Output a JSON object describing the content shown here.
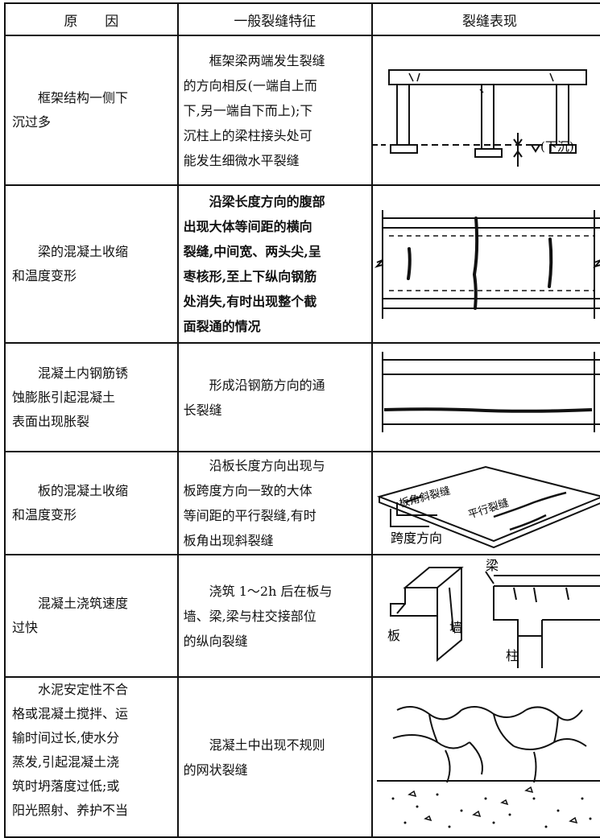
{
  "headers": [
    "原　　因",
    "一般裂缝特征",
    "裂缝表现"
  ],
  "rows": [
    {
      "cause": [
        "框架结构一侧下",
        "沉过多"
      ],
      "feature": [
        "框架梁两端发生裂缝",
        "的方向相反(一端自上而",
        "下,另一端自下而上);下",
        "沉柱上的梁柱接头处可",
        "能发生细微水平裂缝"
      ],
      "fig_labels": [
        "(下沉)"
      ]
    },
    {
      "cause": [
        "梁的混凝土收缩",
        "和温度变形"
      ],
      "feature": [
        "沿梁长度方向的腹部",
        "出现大体等间距的横向",
        "裂缝,中间宽、两头尖,呈",
        "枣核形,至上下纵向钢筋",
        "处消失,有时出现整个截",
        "面裂通的情况"
      ]
    },
    {
      "cause": [
        "混凝土内钢筋锈",
        "蚀膨胀引起混凝土",
        "表面出现胀裂"
      ],
      "feature": [
        "形成沿钢筋方向的通",
        "长裂缝"
      ]
    },
    {
      "cause": [
        "板的混凝土收缩",
        "和温度变形"
      ],
      "feature": [
        "沿板长度方向出现与",
        "板跨度方向一致的大体",
        "等间距的平行裂缝,有时",
        "板角出现斜裂缝"
      ],
      "fig_labels": [
        "板角斜裂缝",
        "平行裂缝",
        "跨度方向"
      ]
    },
    {
      "cause": [
        "混凝土浇筑速度",
        "过快"
      ],
      "feature": [
        "浇筑 1～2h 后在板与",
        "墙、梁,梁与柱交接部位",
        "的纵向裂缝"
      ],
      "fig_labels": [
        "梁",
        "墙",
        "板",
        "柱"
      ]
    },
    {
      "cause": [
        "水泥安定性不合",
        "格或混凝土搅拌、运",
        "输时间过长,使水分",
        "蒸发,引起混凝土浇",
        "筑时坍落度过低;或",
        "阳光照射、养护不当"
      ],
      "feature": [
        "混凝土中出现不规则",
        "的网状裂缝"
      ]
    }
  ]
}
